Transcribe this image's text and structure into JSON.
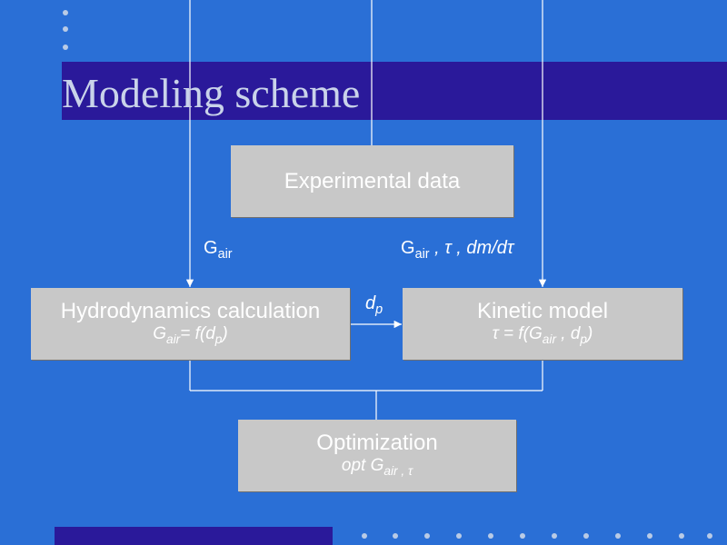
{
  "slide": {
    "title": "Modeling scheme"
  },
  "boxes": {
    "experimental": {
      "label": "Experimental data"
    },
    "hydro": {
      "label": "Hydrodynamics calculation",
      "formula_left": "G",
      "formula_sub1": "air",
      "formula_mid": "= f(d",
      "formula_sub2": "p",
      "formula_right": ")"
    },
    "kinetic": {
      "label": "Kinetic model",
      "formula_left": "τ = f(G",
      "formula_sub1": "air",
      "formula_mid": " , d",
      "formula_sub2": "p",
      "formula_right": ")"
    },
    "optimization": {
      "label": "Optimization",
      "formula_left": "opt G",
      "formula_sub": "air , τ"
    }
  },
  "labels": {
    "gair_left": {
      "base": "G",
      "sub": "air"
    },
    "gair_right": {
      "base": "G",
      "sub": "air",
      "rest": " , τ , dm/dτ"
    },
    "dp": {
      "base": "d",
      "sub": "p"
    }
  },
  "colors": {
    "background": "#2a6fd6",
    "title_bar": "#2a199a",
    "box": "#c8c8c8",
    "lines": "#ffffff"
  }
}
